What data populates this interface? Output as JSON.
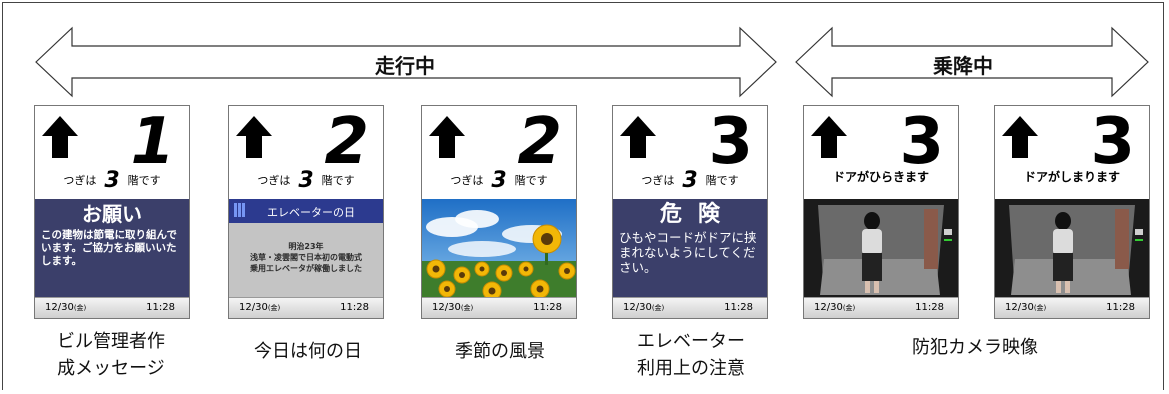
{
  "arrows": {
    "running_label": "走行中",
    "boarding_label": "乗降中"
  },
  "screens": [
    {
      "floor": "1",
      "next_prefix": "つぎは",
      "next_floor": "3",
      "next_suffix": "階です",
      "content_type": "notice",
      "notice_title": "お願い",
      "notice_body": "この建物は節電に取り組んでいます。ご協力をお願いいたします。",
      "date": "12/30",
      "day": "(金)",
      "time": "11:28"
    },
    {
      "floor": "2",
      "next_prefix": "つぎは",
      "next_floor": "3",
      "next_suffix": "階です",
      "content_type": "today",
      "today_heading": "エレベーターの日",
      "today_line1": "明治23年",
      "today_line2": "浅草・凌雲閣で日本初の電動式",
      "today_line3": "乗用エレベータが稼働しました",
      "date": "12/30",
      "day": "(金)",
      "time": "11:28"
    },
    {
      "floor": "2",
      "next_prefix": "つぎは",
      "next_floor": "3",
      "next_suffix": "階です",
      "content_type": "scenery",
      "date": "12/30",
      "day": "(金)",
      "time": "11:28"
    },
    {
      "floor": "3",
      "next_prefix": "つぎは",
      "next_floor": "3",
      "next_suffix": "階です",
      "content_type": "danger",
      "danger_title": "危険",
      "danger_body": "ひもやコードがドアに挟まれないようにしてください。",
      "date": "12/30",
      "day": "(金)",
      "time": "11:28"
    },
    {
      "floor": "3",
      "door_text": "ドアがひらきます",
      "content_type": "camera",
      "date": "12/30",
      "day": "(金)",
      "time": "11:28"
    },
    {
      "floor": "3",
      "door_text": "ドアがしまります",
      "content_type": "camera",
      "date": "12/30",
      "day": "(金)",
      "time": "11:28"
    }
  ],
  "captions": {
    "c1_line1": "ビル管理者作",
    "c1_line2": "成メッセージ",
    "c2": "今日は何の日",
    "c3": "季節の風景",
    "c4_line1": "エレベーター",
    "c4_line2": "利用上の注意",
    "c5": "防犯カメラ映像"
  },
  "colors": {
    "notice_bg": "#3b3f6a",
    "today_head_bg": "#2c3a8f",
    "today_body_bg": "#c4c4c4",
    "sky": "#2f86d6",
    "sunflower": "#f2b707"
  }
}
